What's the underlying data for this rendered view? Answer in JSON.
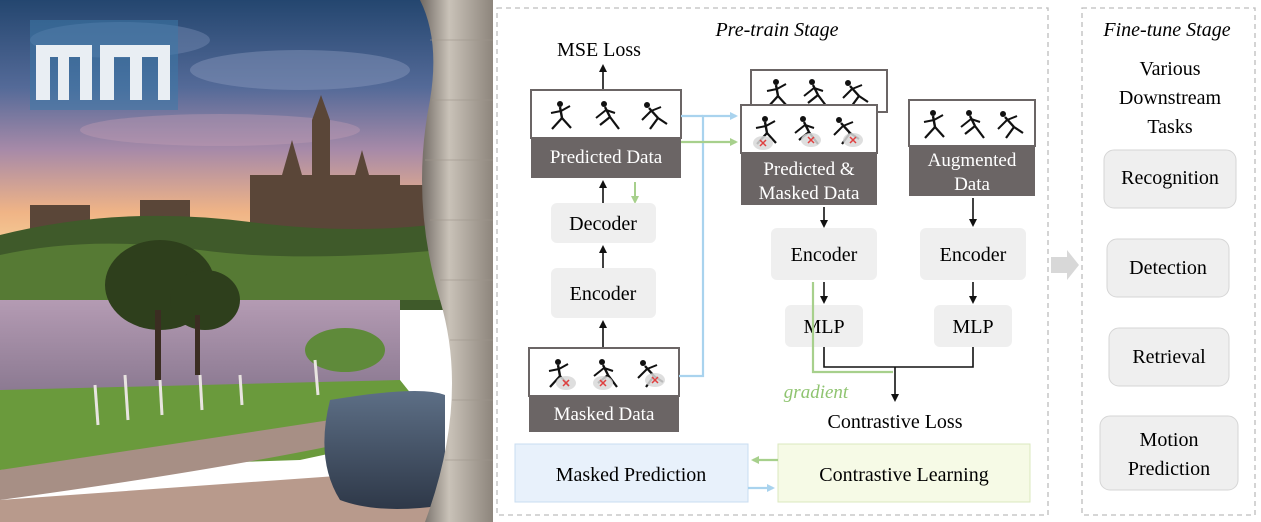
{
  "photo": {
    "logo_letters": "MM",
    "palette": {
      "sky_top": "#2c4f7c",
      "sky_mid": "#7a6f9c",
      "sunset": "#f2b27a",
      "water": "#9f87a6",
      "grass": "#5f8a3a",
      "building": "#b9b4ac"
    }
  },
  "pretrain": {
    "title": "Pre-train Stage",
    "mse_loss": "MSE Loss",
    "predicted_data": "Predicted Data",
    "decoder": "Decoder",
    "encoder_left": "Encoder",
    "masked_data": "Masked Data",
    "predicted_masked_line1": "Predicted &",
    "predicted_masked_line2": "Masked Data",
    "augmented_line1": "Augmented",
    "augmented_line2": "Data",
    "encoder_mid": "Encoder",
    "encoder_right": "Encoder",
    "mlp_mid": "MLP",
    "mlp_right": "MLP",
    "gradient": "gradient",
    "contrastive_loss": "Contrastive Loss",
    "masked_prediction": "Masked Prediction",
    "contrastive_learning": "Contrastive Learning"
  },
  "finetune": {
    "title": "Fine-tune Stage",
    "header_line1": "Various",
    "header_line2": "Downstream",
    "header_line3": "Tasks",
    "tasks": [
      "Recognition",
      "Detection",
      "Retrieval"
    ],
    "motion_line1": "Motion",
    "motion_line2": "Prediction"
  },
  "colors": {
    "dark_box": "#6b6565",
    "light_box": "#efefef",
    "green": "#a7d08c",
    "blue": "#a9d3ee",
    "masked_pred_fill": "#e8f1fb",
    "contrastive_fill": "#f6fae6",
    "dashed": "#bdbdbd"
  }
}
